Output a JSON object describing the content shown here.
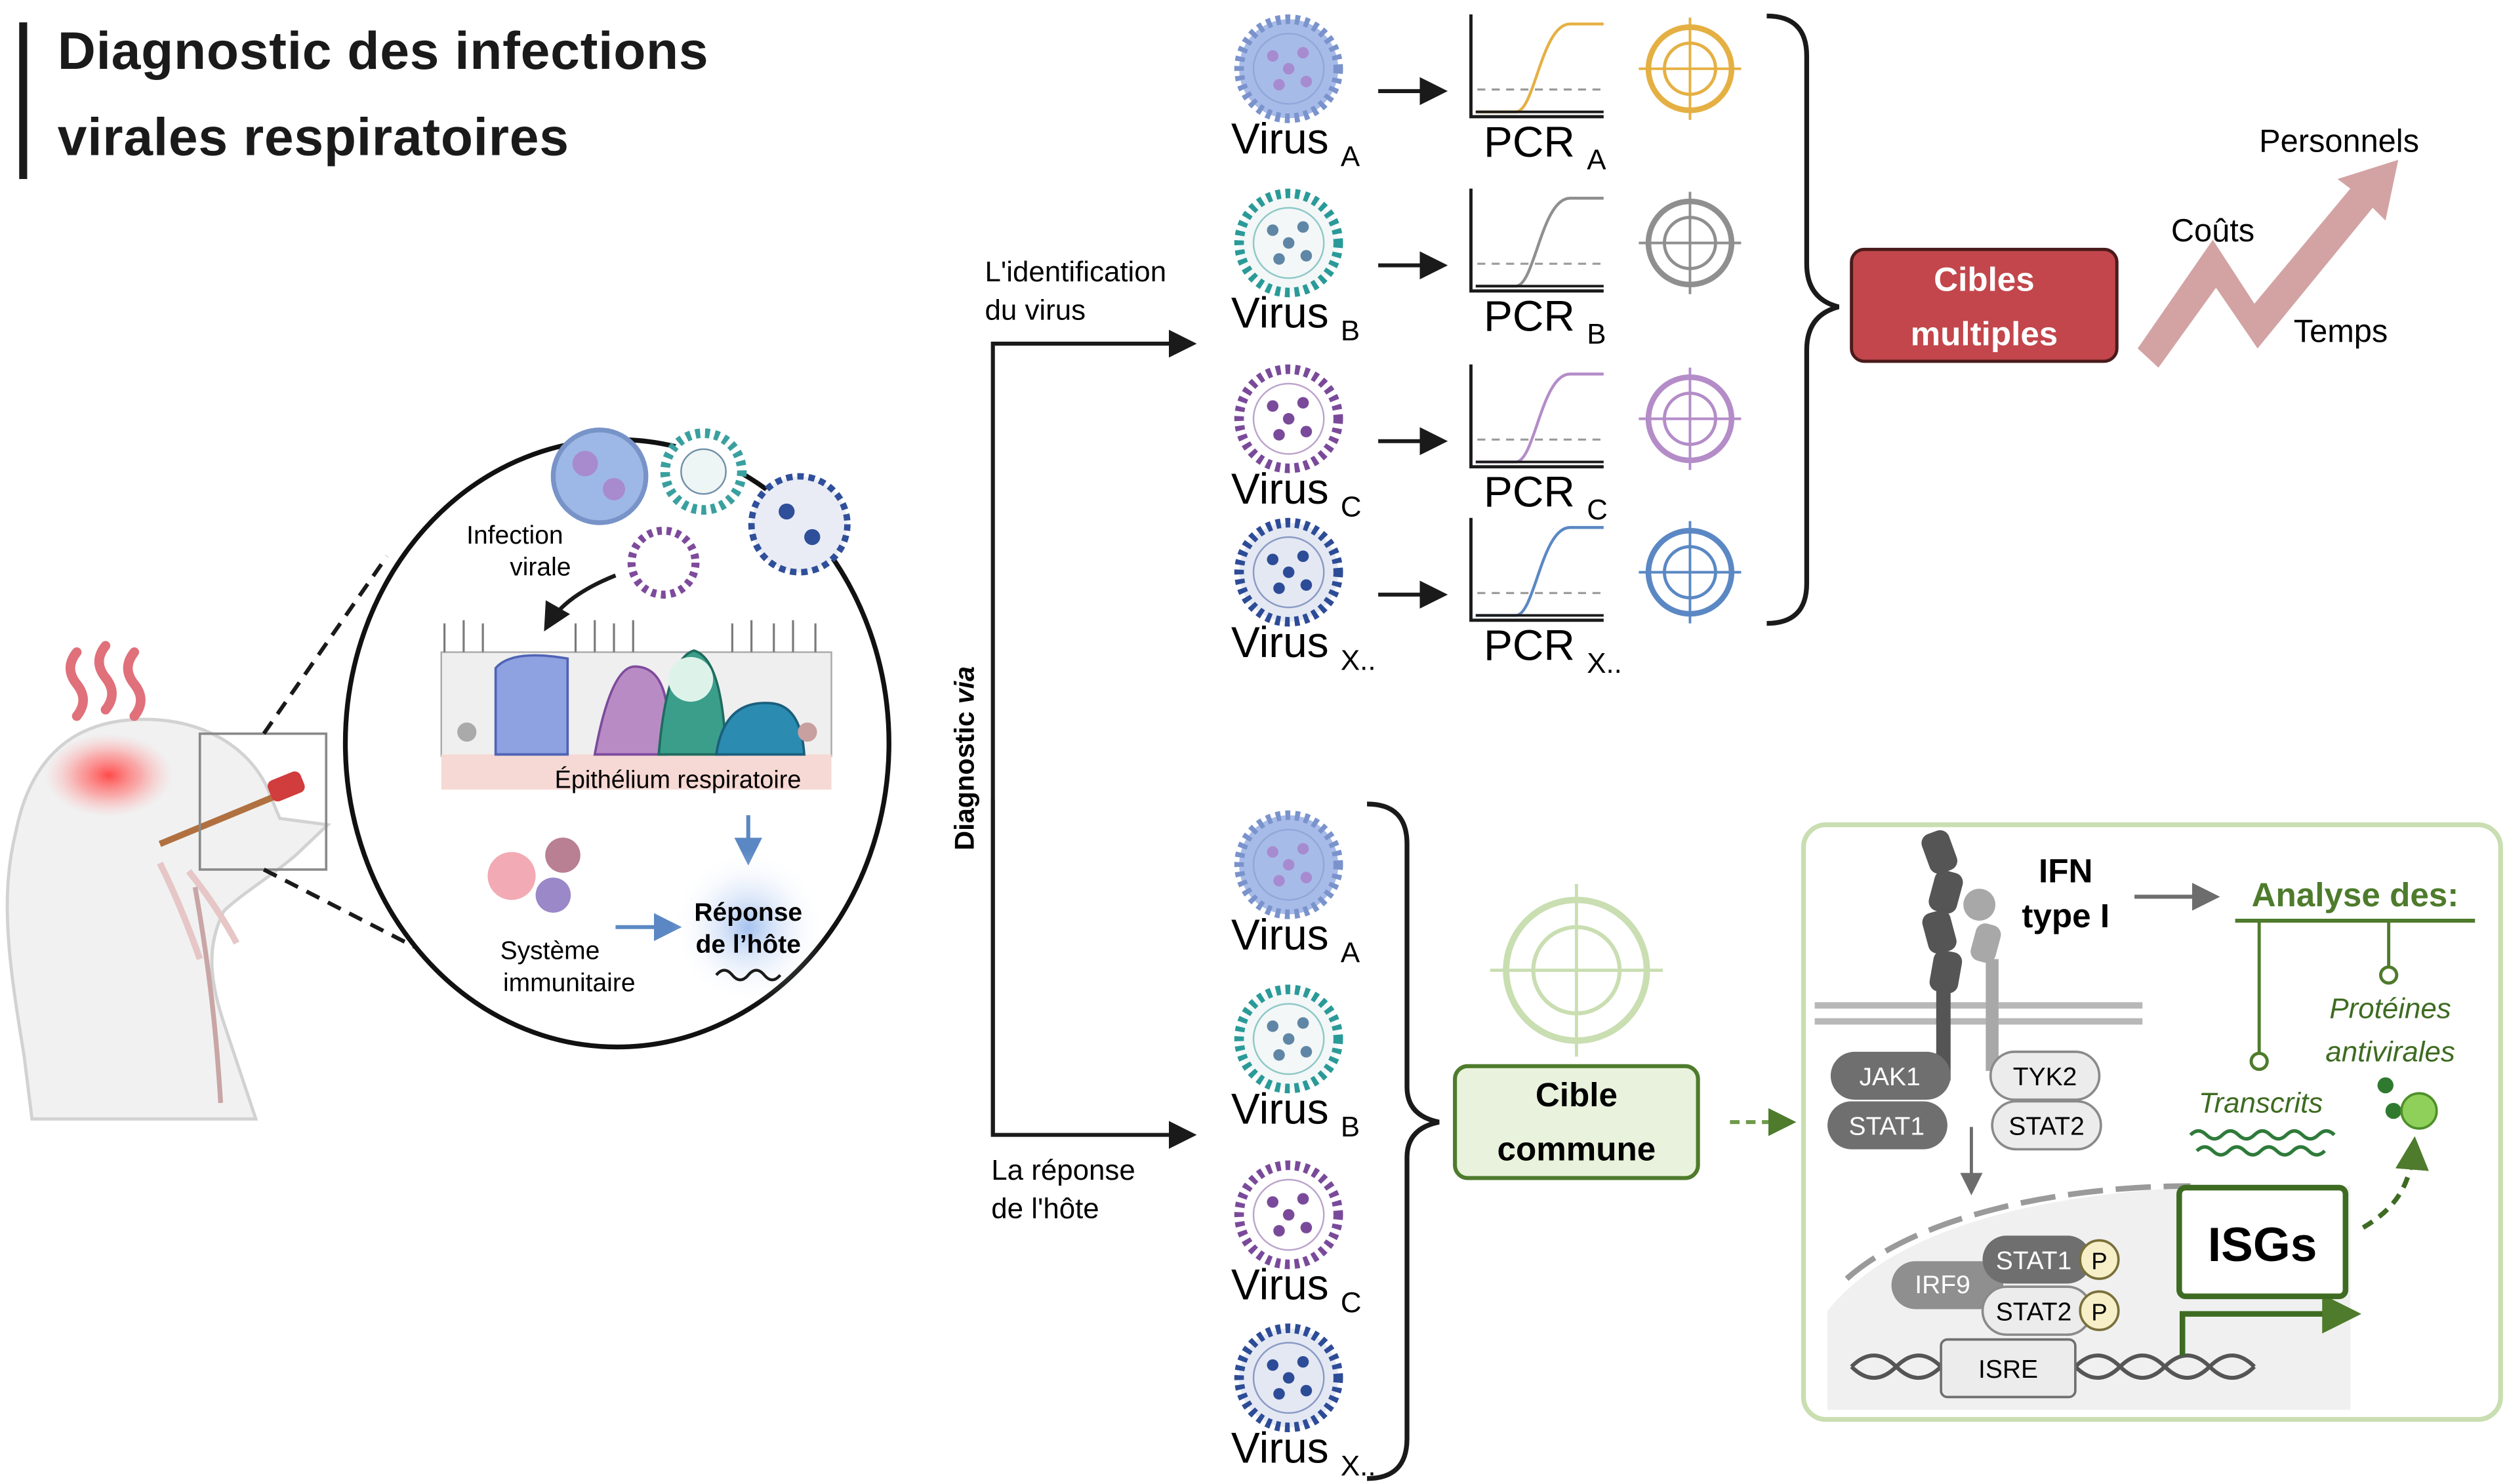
{
  "title": {
    "line1": "Diagnostic des infections",
    "line2": "virales respiratoires"
  },
  "inset": {
    "infection_l1": "Infection",
    "infection_l2": "virale",
    "epithelium": "Épithélium respiratoire",
    "immune_l1": "Système",
    "immune_l2": "immunitaire",
    "response_l1": "Réponse",
    "response_l2": "de l’hôte"
  },
  "diagnostic": {
    "label": "Diagnostic ",
    "via": "via",
    "virus_branch_l1": "L'identification",
    "virus_branch_l2": "du virus",
    "host_branch_l1": "La réponse",
    "host_branch_l2": "de l'hôte"
  },
  "virus_panel": {
    "virus_word": "Virus",
    "pcr_word": "PCR",
    "rows": [
      {
        "sub": "A",
        "color": "#e5b043"
      },
      {
        "sub": "B",
        "color": "#8f8f8f"
      },
      {
        "sub": "C",
        "color": "#b48cc8"
      },
      {
        "sub": "X..",
        "color": "#5b88c4"
      }
    ],
    "result_l1": "Cibles",
    "result_l2": "multiples",
    "cost_arrow": {
      "personnels": "Personnels",
      "couts": "Coûts",
      "temps": "Temps"
    }
  },
  "host_panel": {
    "virus_subs": [
      "A",
      "B",
      "C",
      "X.."
    ],
    "result_l1": "Cible",
    "result_l2": "commune",
    "pathway": {
      "ifn_l1": "IFN",
      "ifn_l2": "type I",
      "analysis": "Analyse des:",
      "proteins_l1": "Protéines",
      "proteins_l2": "antivirales",
      "transcripts": "Transcrits",
      "jak1": "JAK1",
      "stat1": "STAT1",
      "tyk2": "TYK2",
      "stat2": "STAT2",
      "irf9": "IRF9",
      "stat1_n": "STAT1",
      "stat2_n": "STAT2",
      "p": "P",
      "isre": "ISRE",
      "isgs": "ISGs"
    }
  },
  "colors": {
    "red_box": "#c2464b",
    "green_box": "#e9f2dc",
    "green_dark": "#4e7b2c",
    "cost_arrow": "#d3a3a3",
    "target_green": "#c9deb1"
  }
}
